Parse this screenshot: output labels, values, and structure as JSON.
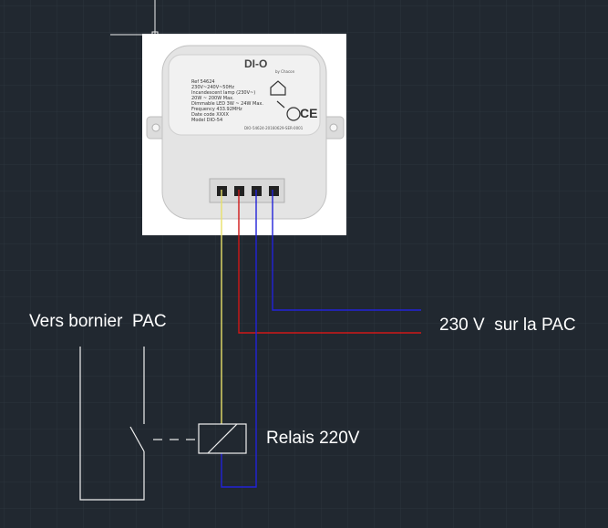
{
  "labels": {
    "vers_bornier": "Vers bornier  PAC",
    "supply": "230 V  sur la PAC",
    "relais": "Relais 220V"
  },
  "module": {
    "brand": "DI-O",
    "brand_sub": "by Chacon",
    "spec_lines": [
      "Ref 54624",
      "230V~240V~50Hz",
      "Incandescent lamp (230V~)",
      "20W ~ 200W Max.",
      "Dimmable LED 3W ~ 24W Max.",
      "Frequency 433.92MHz",
      "Date code XXXX",
      "Model DIO-54"
    ],
    "code_line": "DIO-54624-20160629-SER-0001"
  },
  "colors": {
    "background": "#212830",
    "grid": "#2c343d",
    "wire_yellow": "#e8e06a",
    "wire_red": "#d01818",
    "wire_blue": "#2222d8",
    "wire_white": "#f0f0f0"
  }
}
